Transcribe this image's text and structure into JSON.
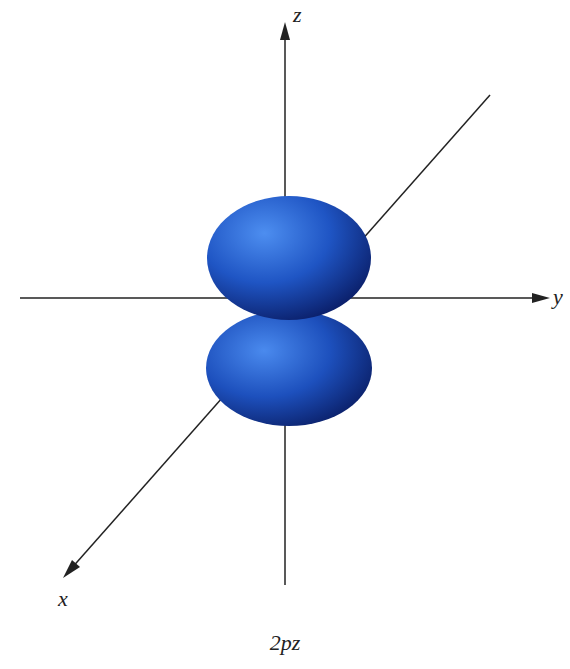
{
  "diagram": {
    "labels": [
      "z",
      "y",
      "x",
      "2pz"
    ]
  }
}
